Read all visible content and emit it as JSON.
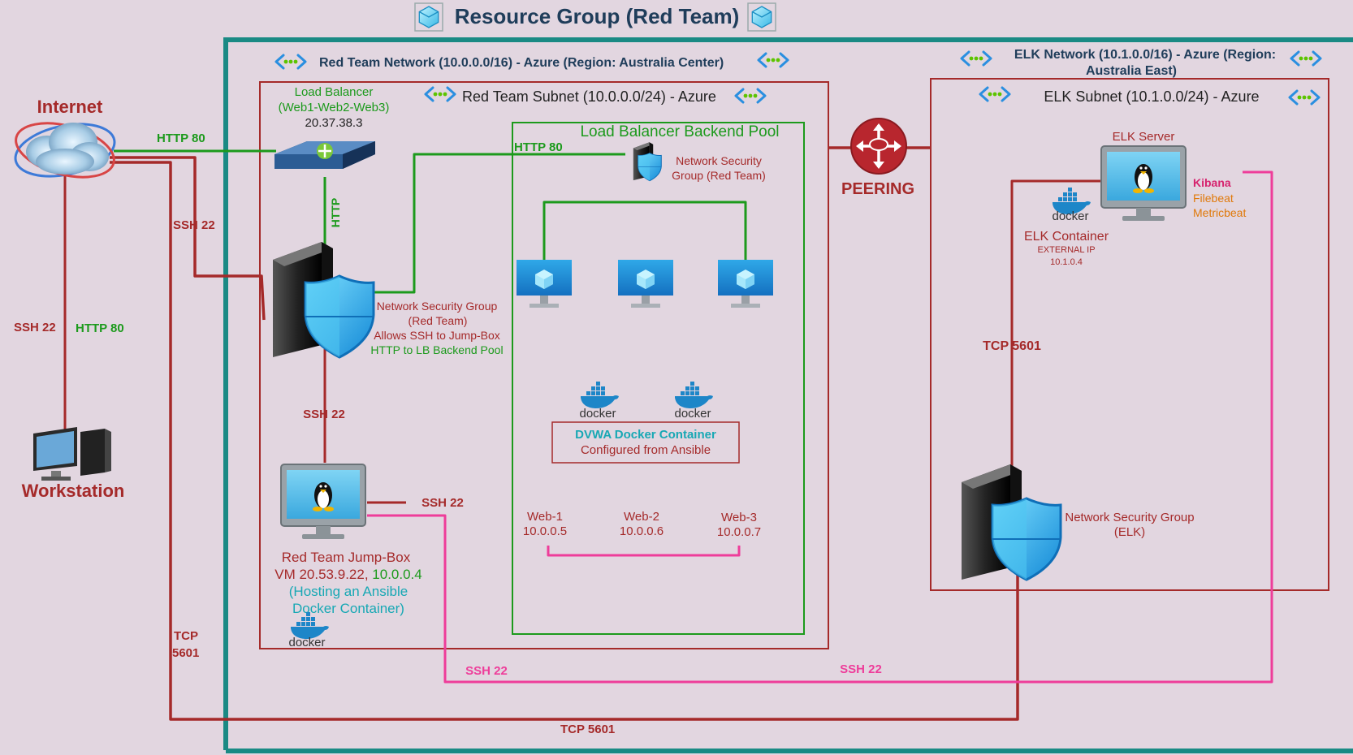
{
  "title": "Resource Group (Red Team)",
  "colors": {
    "background": "#e2d6e0",
    "teal_border": "#1a8a84",
    "red_line": "#a52a2a",
    "green_line": "#1c9a1c",
    "pink_line": "#ee3d9a",
    "docker_blue": "#1d86c8",
    "teal_text": "#17a8b4",
    "orange_text": "#e0790a"
  },
  "red_network": {
    "label": "Red Team Network (10.0.0.0/16) - Azure (Region: Australia Center)"
  },
  "red_subnet": {
    "label": "Red Team Subnet (10.0.0.0/24) - Azure"
  },
  "backend_pool": {
    "label": "Load Balancer Backend Pool"
  },
  "load_balancer": {
    "line1": "Load Balancer",
    "line2": "(Web1-Web2-Web3)",
    "ip": "20.37.38.3"
  },
  "nsg_pool": {
    "line1": "Network Security",
    "line2": "Group (Red Team)"
  },
  "nsg_main": {
    "line1": "Network Security Group",
    "line2": "(Red Team)",
    "line3": "Allows SSH to Jump-Box",
    "line4": "HTTP to LB Backend Pool"
  },
  "internet": {
    "label": "Internet"
  },
  "workstation": {
    "label": "Workstation"
  },
  "dvwa": {
    "line1": "DVWA Docker Container",
    "line2": "Configured from Ansible"
  },
  "webs": [
    {
      "name": "Web-1",
      "ip": "10.0.0.5"
    },
    {
      "name": "Web-2",
      "ip": "10.0.0.6"
    },
    {
      "name": "Web-3",
      "ip": "10.0.0.7"
    }
  ],
  "jumpbox": {
    "line1": "Red Team Jump-Box",
    "vm_prefix": "VM 20.53.9.22, ",
    "vm_private": "10.0.0.4",
    "line3": "(Hosting an Ansible",
    "line4": "Docker Container)"
  },
  "docker_word": "docker",
  "peering": {
    "label": "PEERING"
  },
  "elk_network": {
    "line1": "ELK Network (10.1.0.0/16) - Azure (Region:",
    "line2": "Australia East)"
  },
  "elk_subnet": {
    "label": "ELK Subnet (10.1.0.0/24) - Azure"
  },
  "elk_server": {
    "label": "ELK Server",
    "kibana": "Kibana",
    "filebeat": "Filebeat",
    "metricbeat": "Metricbeat"
  },
  "elk_container": {
    "label": "ELK Container",
    "ext": "EXTERNAL IP",
    "ip": "10.1.0.4"
  },
  "nsg_elk": {
    "line1": "Network Security Group",
    "line2": "(ELK)"
  },
  "links": {
    "http80_internet_lb": "HTTP 80",
    "http80_pool": "HTTP 80",
    "http_lb": "HTTP",
    "ssh22_internet": "SSH 22",
    "ssh22_left": "SSH 22",
    "http80_left": "HTTP 80",
    "ssh22_nsg_jump": "SSH 22",
    "ssh22_jump_web": "SSH 22",
    "tcp5601_left_1": "TCP",
    "tcp5601_left_2": "5601",
    "tcp5601_bottom": "TCP 5601",
    "tcp5601_elk": "TCP 5601",
    "ssh22_pink_left": "SSH 22",
    "ssh22_pink_right": "SSH 22"
  }
}
